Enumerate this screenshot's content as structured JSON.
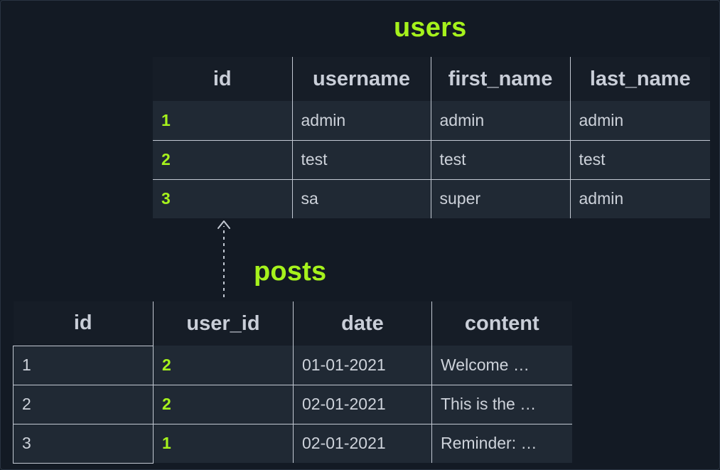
{
  "users": {
    "title": "users",
    "columns": [
      "id",
      "username",
      "first_name",
      "last_name"
    ],
    "rows": [
      [
        "1",
        "admin",
        "admin",
        "admin"
      ],
      [
        "2",
        "test",
        "test",
        "test"
      ],
      [
        "3",
        "sa",
        "super",
        "admin"
      ]
    ]
  },
  "posts": {
    "title": "posts",
    "columns": [
      "id",
      "user_id",
      "date",
      "content"
    ],
    "rows": [
      [
        "1",
        "2",
        "01-01-2021",
        "Welcome …"
      ],
      [
        "2",
        "2",
        "02-01-2021",
        "This is the …"
      ],
      [
        "3",
        "1",
        "02-01-2021",
        "Reminder: …"
      ]
    ]
  },
  "colors": {
    "background": "#131a24",
    "accent": "#a6f21c",
    "header_cell": "#161d27",
    "body_cell": "#202934",
    "grid_line": "#c3c9d3",
    "text": "#cdd2da"
  }
}
